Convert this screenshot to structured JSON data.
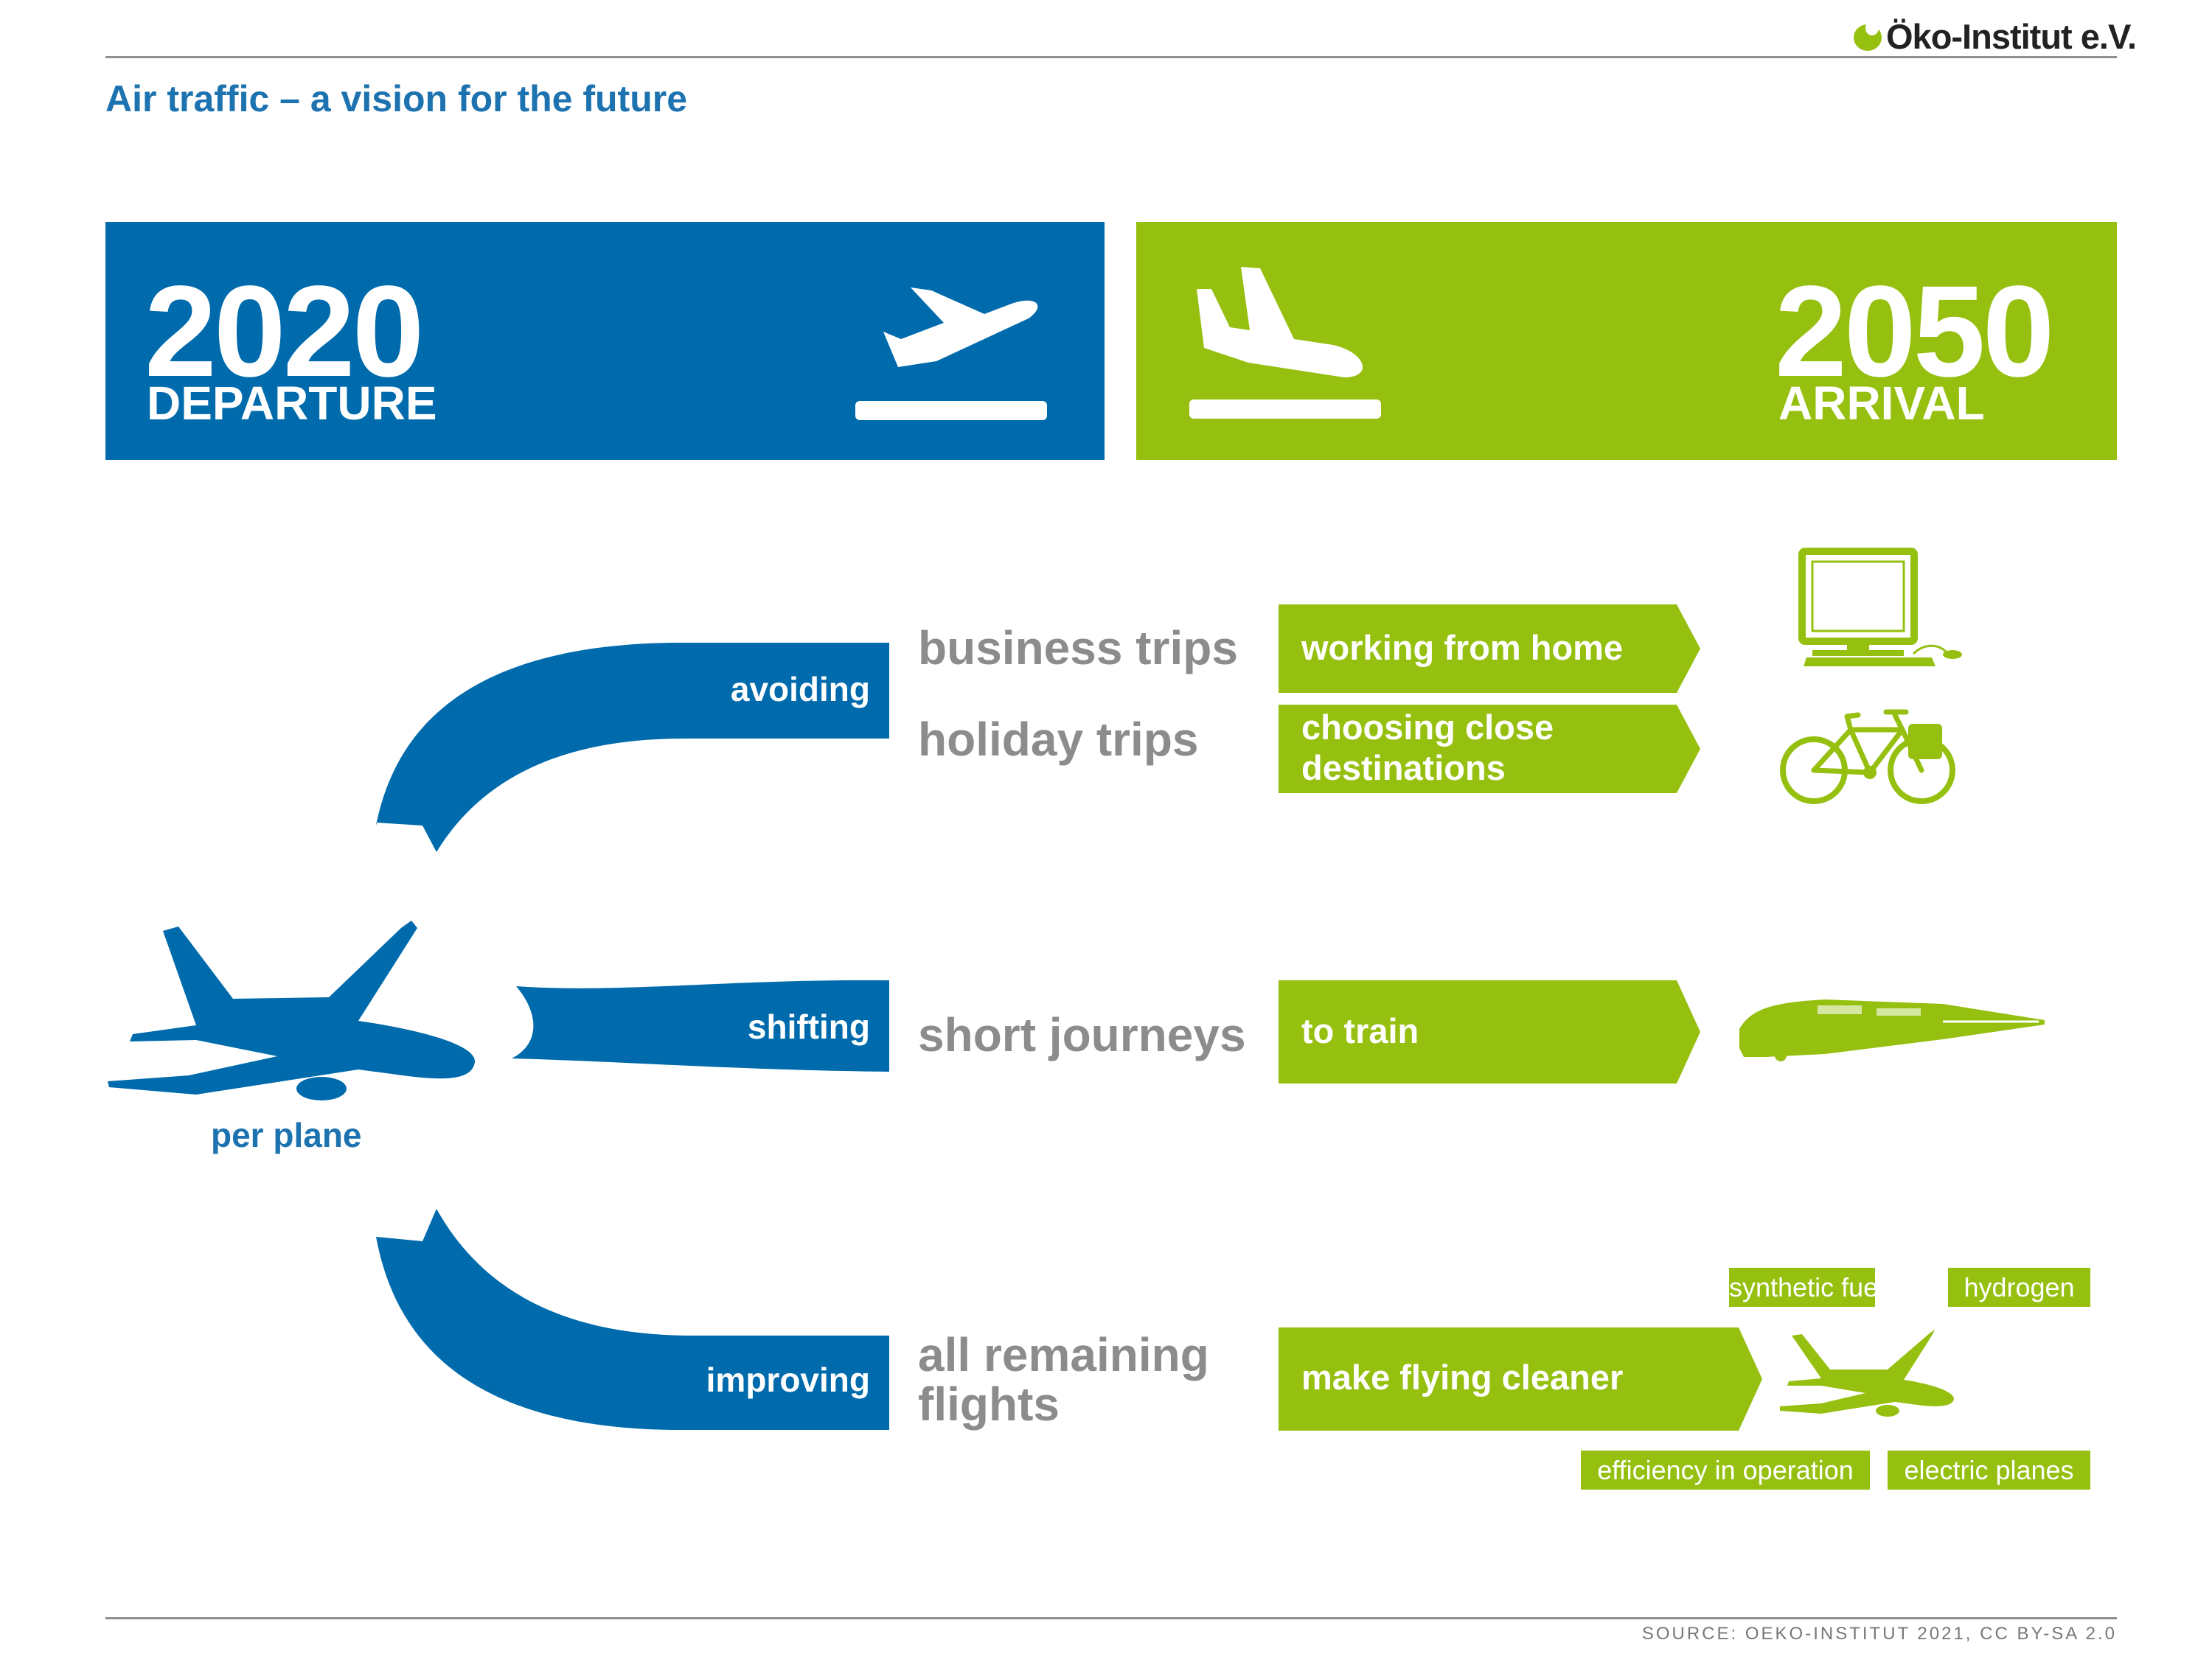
{
  "header": {
    "title": "Air traffic – a vision for the future",
    "logo_text": "Öko-Institut e.V."
  },
  "banner": {
    "departure_year": "2020",
    "departure_label": "DEPARTURE",
    "arrival_year": "2050",
    "arrival_label": "ARRIVAL",
    "departure_color": "#006bac",
    "arrival_color": "#95c00f"
  },
  "origin": {
    "label": "per plane"
  },
  "strategies": [
    {
      "name": "avoiding"
    },
    {
      "name": "shifting"
    },
    {
      "name": "improving"
    }
  ],
  "rows": [
    {
      "category": "business trips",
      "solution": "working from home",
      "icon": "computer-icon"
    },
    {
      "category": "holiday trips",
      "solution_line1": "choosing close",
      "solution_line2": "destinations",
      "icon": "bicycle-icon"
    },
    {
      "category": "short journeys",
      "solution": "to train",
      "icon": "train-icon"
    },
    {
      "category_line1": "all remaining",
      "category_line2": "flights",
      "solution": "make flying cleaner",
      "icon": "airplane-icon"
    }
  ],
  "cleaner_options": [
    "synthetic fuels",
    "hydrogen",
    "efficiency in operation",
    "electric planes"
  ],
  "footer": {
    "source": "SOURCE: OEKO-INSTITUT 2021, CC BY-SA 2.0"
  }
}
